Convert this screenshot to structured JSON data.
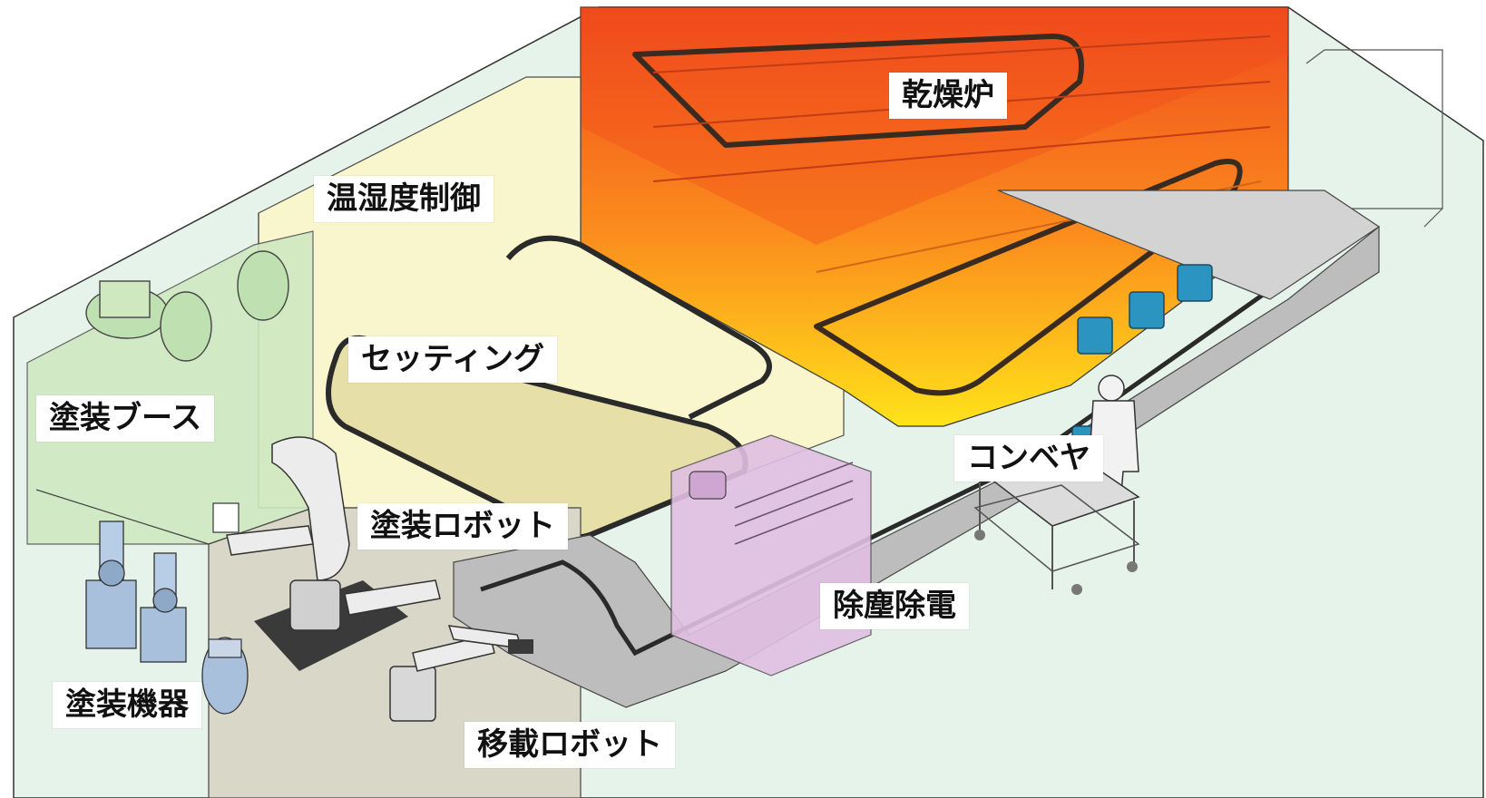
{
  "labels": {
    "booth": "塗装ブース",
    "paint_equipment": "塗装機器",
    "humidity_control": "温湿度制御",
    "setting": "セッティング",
    "painting_robot": "塗装ロボット",
    "transfer_robot": "移載ロボット",
    "dust_static_removal": "除塵除電",
    "conveyor": "コンベヤ",
    "drying_oven": "乾燥炉"
  },
  "colors": {
    "floor": "#e6f3ea",
    "booth": "#cfe8c0",
    "humidity_zone": "#fbf7cc",
    "oven_top": "#f04a1d",
    "oven_bottom": "#ffe21a",
    "dust_zone": "#e1bfe3",
    "conveyor": "#bdbdbd",
    "robot_floor": "#d9d8c8",
    "workpiece": "#2c94c0",
    "equipment": "#a8c0dc"
  }
}
